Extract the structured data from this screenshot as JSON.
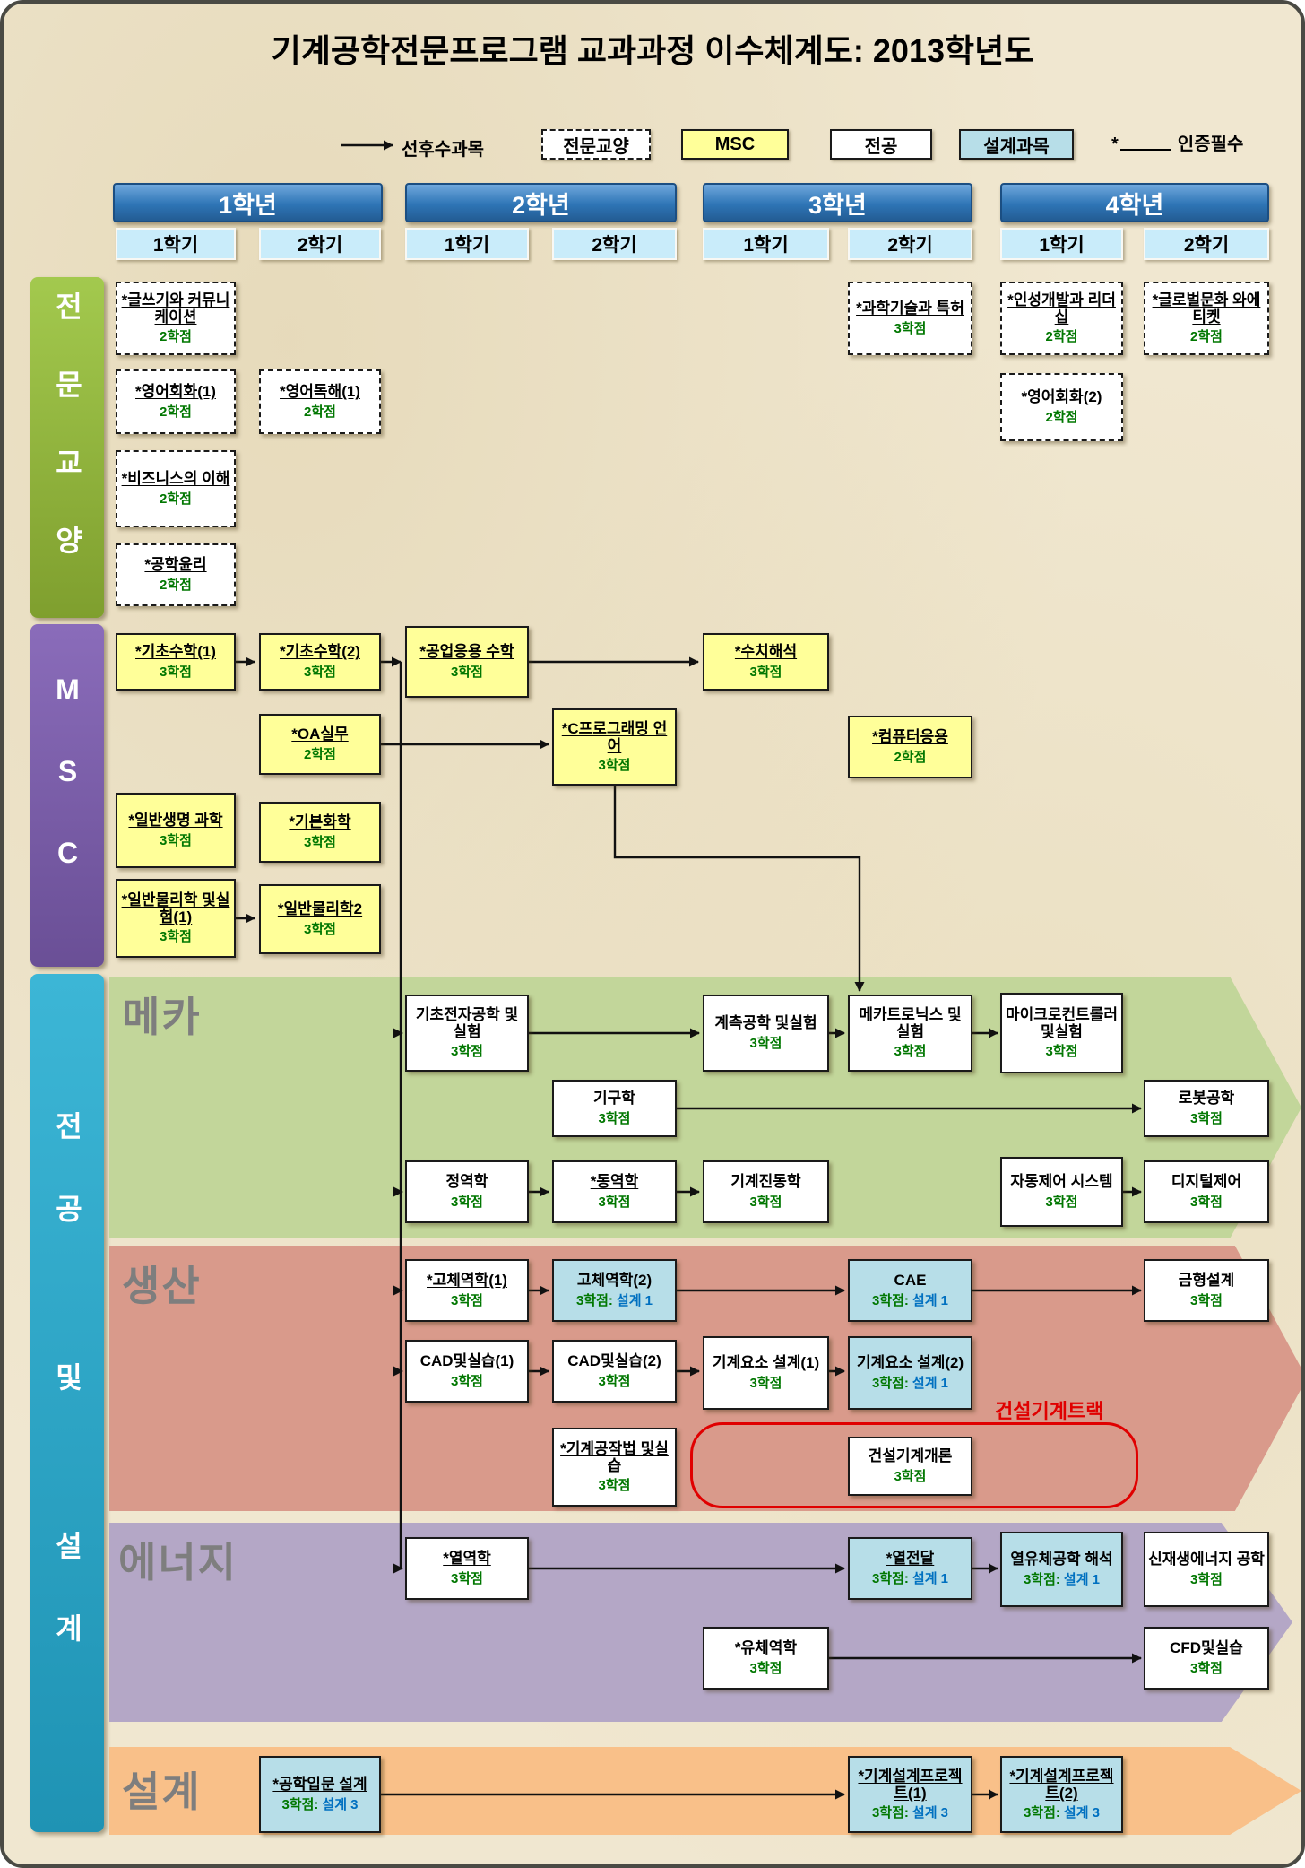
{
  "title": "기계공학전문프로그램 교과과정 이수체계도: 2013학년도",
  "legend": {
    "prerequisite": "선후수과목",
    "liberal_arts": "전문교양",
    "msc": "MSC",
    "major": "전공",
    "design_course": "설계과목",
    "certification_mark": "*",
    "certification": "인증필수"
  },
  "years": [
    {
      "label": "1학년",
      "s1": "1학기",
      "s2": "2학기"
    },
    {
      "label": "2학년",
      "s1": "1학기",
      "s2": "2학기"
    },
    {
      "label": "3학년",
      "s1": "1학기",
      "s2": "2학기"
    },
    {
      "label": "4학년",
      "s1": "1학기",
      "s2": "2학기"
    }
  ],
  "sidebars": {
    "liberal": "전문교양",
    "msc": "MSC",
    "major_design": "전공 및 설계"
  },
  "bands": {
    "mecha": "메카",
    "production": "생산",
    "energy": "에너지",
    "design": "설계",
    "construction_track": "건설기계트랙"
  },
  "colors": {
    "credit_green": "#017701",
    "design_blue": "#0070C0",
    "track_red": "#E00000",
    "msc_yellow": "#FFFF99",
    "design_box_blue": "#B7DEE8",
    "band_mecha": "#C2D69A",
    "band_production": "#D99A8B",
    "band_energy": "#B4A7C6",
    "band_design": "#F9C089",
    "sidebar_liberal": "#8DB33A",
    "sidebar_msc": "#7A5CA8",
    "sidebar_major": "#2FA8C8",
    "year_header_blue": "#2E75B6",
    "semester_blue": "#C9ECFA"
  },
  "courses": {
    "writing": {
      "name": "*글쓰기와 커뮤니케이션",
      "credit": "2학점"
    },
    "patent": {
      "name": "*과학기술과 특허",
      "credit": "3학점"
    },
    "leadership": {
      "name": "*인성개발과 리더십",
      "credit": "2학점"
    },
    "global_culture": {
      "name": "*글로벌문화 와에티켓",
      "credit": "2학점"
    },
    "english_conv1": {
      "name": "*영어회화(1)",
      "credit": "2학점"
    },
    "english_read1": {
      "name": "*영어독해(1)",
      "credit": "2학점"
    },
    "english_conv2": {
      "name": "*영어회화(2)",
      "credit": "2학점"
    },
    "business": {
      "name": "*비즈니스의 이해",
      "credit": "2학점"
    },
    "ethics": {
      "name": "*공학윤리",
      "credit": "2학점"
    },
    "math1": {
      "name": "*기초수학(1)",
      "credit": "3학점"
    },
    "math2": {
      "name": "*기초수학(2)",
      "credit": "3학점"
    },
    "eng_math": {
      "name": "*공업응용 수학",
      "credit": "3학점"
    },
    "numerical": {
      "name": "*수치해석",
      "credit": "3학점"
    },
    "oa": {
      "name": "*OA실무",
      "credit": "2학점"
    },
    "c_prog": {
      "name": "*C프로그래밍 언어",
      "credit": "3학점"
    },
    "computer_app": {
      "name": "*컴퓨터응용",
      "credit": "2학점"
    },
    "biology": {
      "name": "*일반생명 과학",
      "credit": "3학점"
    },
    "chemistry": {
      "name": "*기본화학",
      "credit": "3학점"
    },
    "physics1": {
      "name": "*일반물리학 및실험(1)",
      "credit": "3학점"
    },
    "physics2": {
      "name": "*일반물리학2",
      "credit": "3학점"
    },
    "electronics": {
      "name": "기초전자공학 및실험",
      "credit": "3학점"
    },
    "measurement": {
      "name": "계측공학 및실험",
      "credit": "3학점"
    },
    "mechatronics": {
      "name": "메카트로닉스 및실험",
      "credit": "3학점"
    },
    "microcontroller": {
      "name": "마이크로컨트롤러및실험",
      "credit": "3학점"
    },
    "mechanism": {
      "name": "기구학",
      "credit": "3학점"
    },
    "robotics": {
      "name": "로봇공학",
      "credit": "3학점"
    },
    "statics": {
      "name": "정역학",
      "credit": "3학점"
    },
    "dynamics": {
      "name": "*동역학",
      "credit": "3학점"
    },
    "vibration": {
      "name": "기계진동학",
      "credit": "3학점"
    },
    "auto_control": {
      "name": "자동제어 시스템",
      "credit": "3학점"
    },
    "digital_control": {
      "name": "디지털제어",
      "credit": "3학점"
    },
    "solid1": {
      "name": "*고체역학(1)",
      "credit": "3학점"
    },
    "solid2": {
      "name": "고체역학(2)",
      "credit": "3학점:",
      "design": "설계 1"
    },
    "cae": {
      "name": "CAE",
      "credit": "3학점:",
      "design": "설계 1"
    },
    "mold_design": {
      "name": "금형설계",
      "credit": "3학점"
    },
    "cad1": {
      "name": "CAD및실습(1)",
      "credit": "3학점"
    },
    "cad2": {
      "name": "CAD및실습(2)",
      "credit": "3학점"
    },
    "machine_elem1": {
      "name": "기계요소 설계(1)",
      "credit": "3학점"
    },
    "machine_elem2": {
      "name": "기계요소 설계(2)",
      "credit": "3학점:",
      "design": "설계 1"
    },
    "machining": {
      "name": "*기계공작법 및실습",
      "credit": "3학점"
    },
    "construction_intro": {
      "name": "건설기계개론",
      "credit": "3학점"
    },
    "thermodynamics": {
      "name": "*열역학",
      "credit": "3학점"
    },
    "heat_transfer": {
      "name": "*열전달",
      "credit": "3학점:",
      "design": "설계 1"
    },
    "thermo_fluid": {
      "name": "열유체공학 해석",
      "credit": "3학점:",
      "design": "설계 1"
    },
    "renewable": {
      "name": "신재생에너지 공학",
      "credit": "3학점"
    },
    "fluid": {
      "name": "*유체역학",
      "credit": "3학점"
    },
    "cfd": {
      "name": "CFD및실습",
      "credit": "3학점"
    },
    "intro_design": {
      "name": "*공학입문 설계",
      "credit": "3학점:",
      "design": "설계 3"
    },
    "design_proj1": {
      "name": "*기계설계프로젝트(1)",
      "credit": "3학점:",
      "design": "설계 3"
    },
    "design_proj2": {
      "name": "*기계설계프로젝트(2)",
      "credit": "3학점:",
      "design": "설계 3"
    }
  }
}
